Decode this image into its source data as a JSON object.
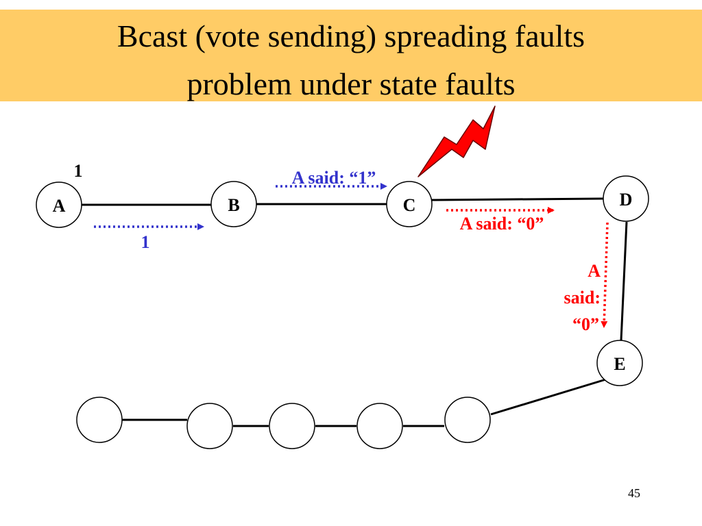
{
  "title": {
    "line1": "Bcast (vote sending) spreading faults",
    "line2": "problem under state faults"
  },
  "nodes": {
    "a": "A",
    "b": "B",
    "c": "C",
    "d": "D",
    "e": "E"
  },
  "values": {
    "a_value": "1",
    "a_to_b_value": "1"
  },
  "messages": {
    "b_to_c": "A said: “1”",
    "c_to_d": "A said: “0”",
    "d_to_e_line1": "A",
    "d_to_e_line2": "said:",
    "d_to_e_line3": "“0”"
  },
  "colors": {
    "title_background": "#FFCC66",
    "correct_message": "#3333CC",
    "faulty_message": "#FF0000",
    "fault_bolt": "#FF0000"
  },
  "icons": {
    "fault": "lightning-bolt-icon"
  },
  "page_number": "45"
}
